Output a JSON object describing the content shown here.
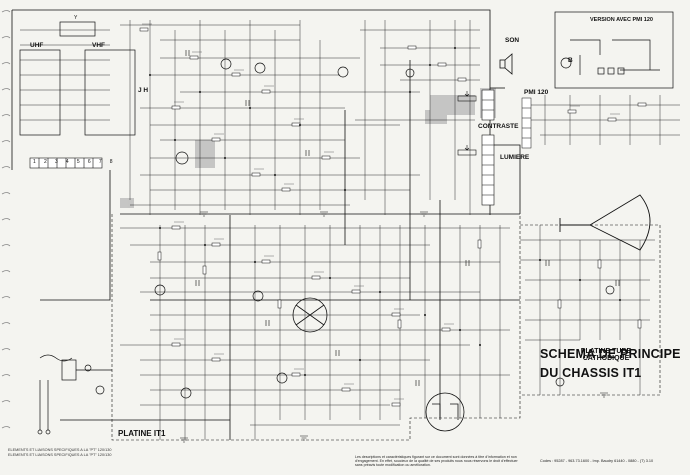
{
  "title": {
    "line1": "SCHEMA DE PRINCIPE",
    "line2": "DU CHASSIS IT1"
  },
  "labels": {
    "uhf": "UHF",
    "vhf": "VHF",
    "son": "SON",
    "contraste": "CONTRASTE",
    "lumiere": "LUMIERE",
    "pmi120": "PMI 120",
    "version_pmi120": "VERSION AVEC PMI 120",
    "platine_it1": "PLATINE IT1",
    "platine_tube": "PLATINE TUBE CATHODIQUE",
    "tuner_connector": "1 2 3 4 5 6 7 8",
    "connector_jh": "J H",
    "connector_y": "Y",
    "b": "B"
  },
  "notes": {
    "disclaimer": "Les descriptions et caractéristiques figurant sur ce document sont données à titre d'information et non d'engagement. En effet, soucieux de la qualité de ses produits nous nous réservons le droit d'effectuer sans préavis toute modification ou amélioration.",
    "codes": "Codes : 95287 - 963.73.1600 - Imp. Baudry 61440 - 0880 - (T) 3.10",
    "footnote1": "ELEMENTS ET LIAISONS SPECIFIQUES A LA \"PT\" 120/130",
    "footnote2": "ELEMENTS ET LIAISONS SPECIFIQUES A LA \"PT\" 120/130"
  }
}
